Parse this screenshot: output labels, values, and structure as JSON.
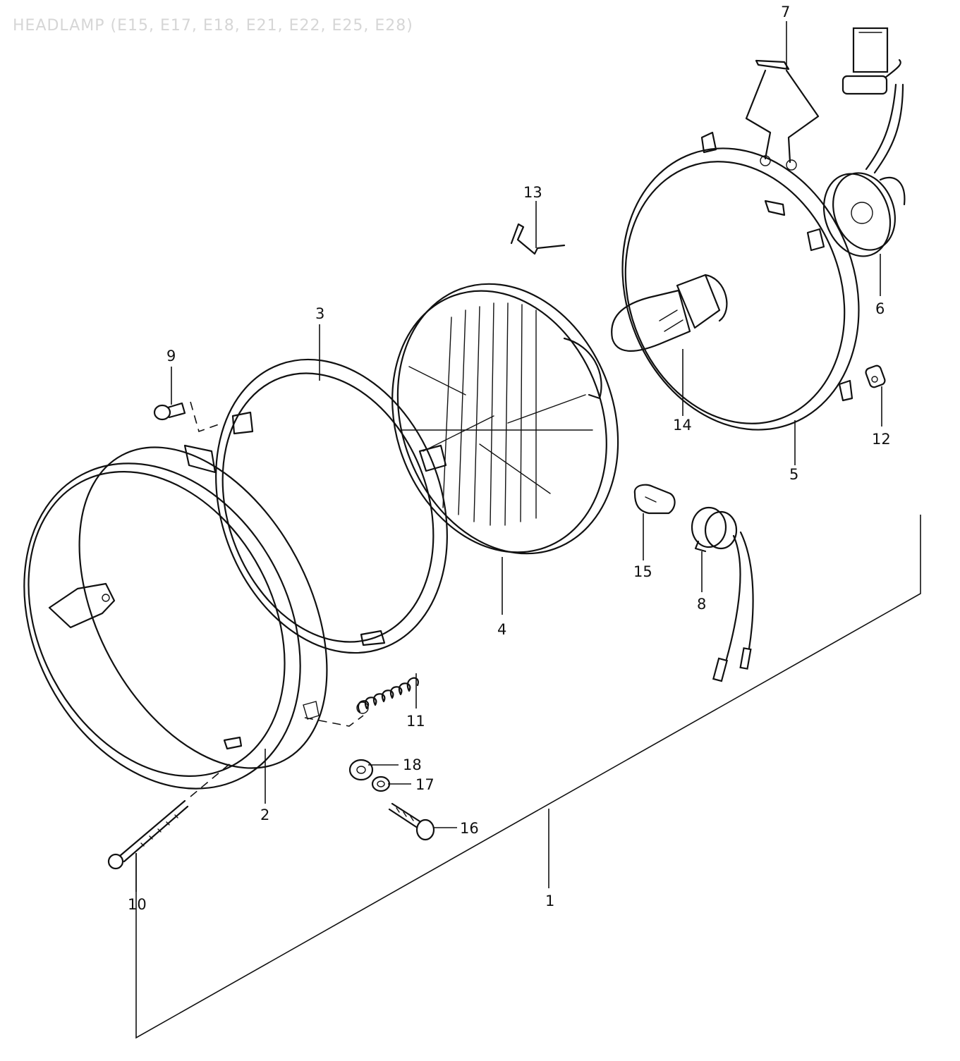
{
  "diagram": {
    "title": "HEADLAMP (E15, E17, E18, E21, E22, E25, E28)",
    "callouts": {
      "c1": "1",
      "c2": "2",
      "c3": "3",
      "c4": "4",
      "c5": "5",
      "c6": "6",
      "c7": "7",
      "c8": "8",
      "c9": "9",
      "c10": "10",
      "c11": "11",
      "c12": "12",
      "c13": "13",
      "c14": "14",
      "c15": "15",
      "c16": "16",
      "c17": "17",
      "c18": "18"
    }
  }
}
